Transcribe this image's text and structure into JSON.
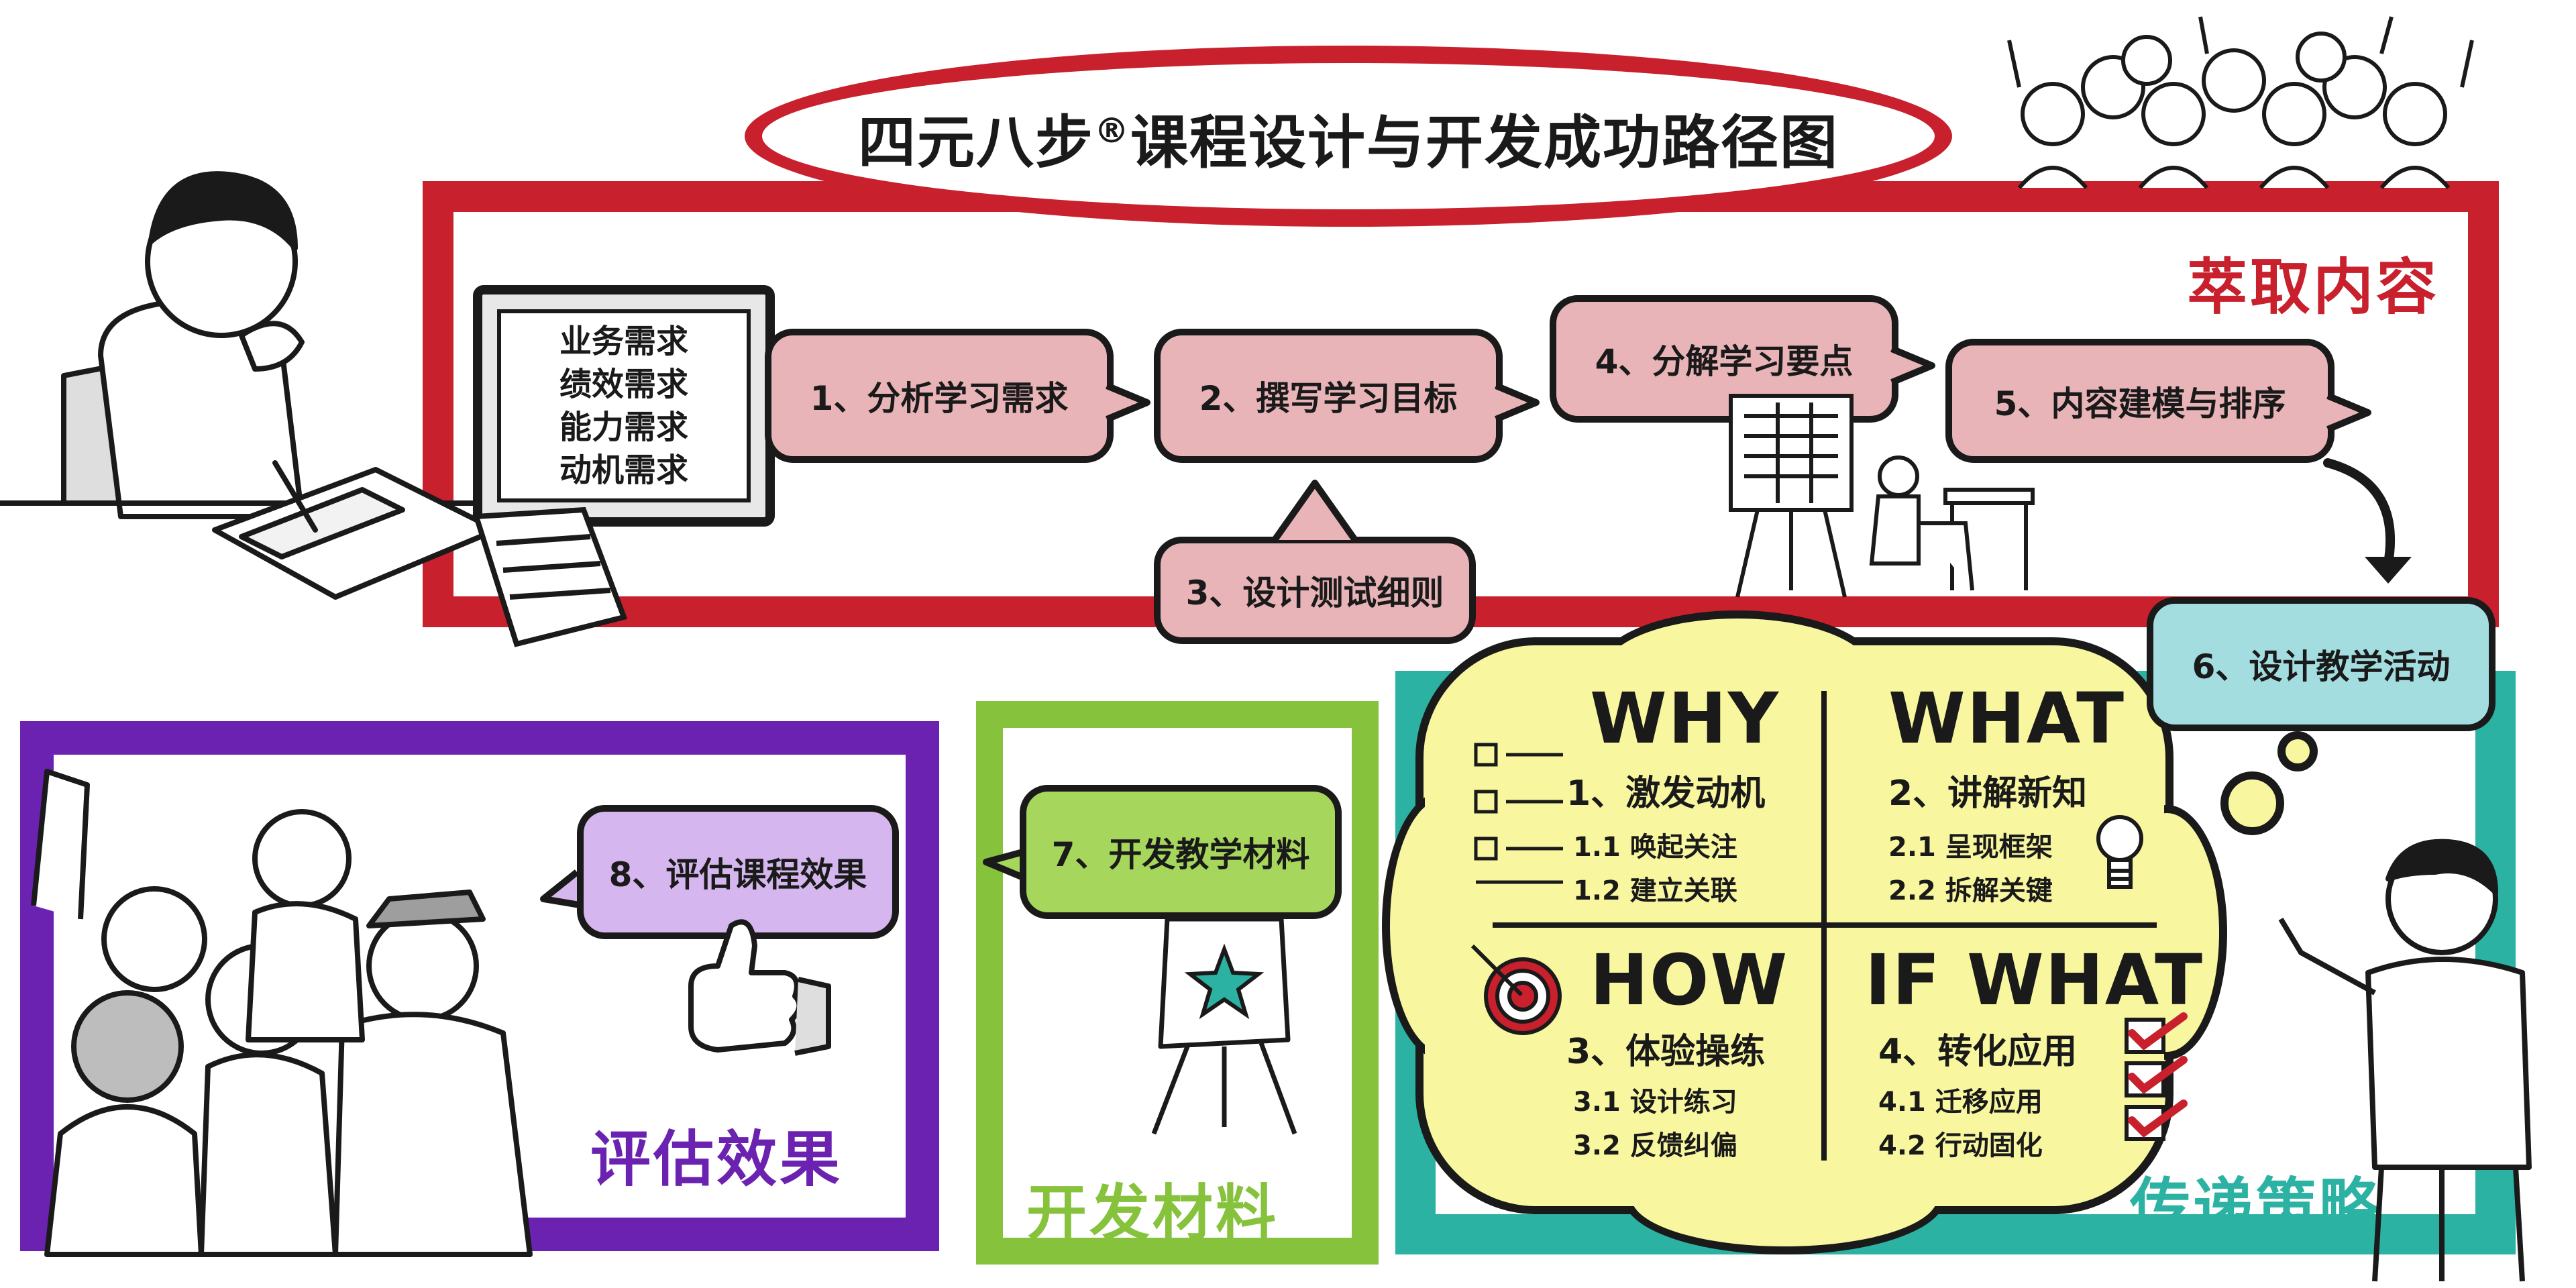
{
  "title": {
    "main": "四元八步",
    "registered": "®",
    "rest": "课程设计与开发成功路径图"
  },
  "sections": {
    "extract": "萃取内容",
    "evaluate": "评估效果",
    "develop": "开发材料",
    "deliver": "传递策略"
  },
  "monitor": {
    "lines": [
      "业务需求",
      "绩效需求",
      "能力需求",
      "动机需求"
    ]
  },
  "steps": [
    "1、分析学习需求",
    "2、撰写学习目标",
    "3、设计测试细则",
    "4、分解学习要点",
    "5、内容建模与排序",
    "6、设计教学活动",
    "7、开发教学材料",
    "8、评估课程效果"
  ],
  "quadrants": {
    "why": {
      "head": "WHY",
      "sub": "1、激发动机",
      "items": [
        "1.1  唤起关注",
        "1.2  建立关联"
      ]
    },
    "what": {
      "head": "WHAT",
      "sub": "2、讲解新知",
      "items": [
        "2.1  呈现框架",
        "2.2  拆解关键"
      ]
    },
    "how": {
      "head": "HOW",
      "sub": "3、体验操练",
      "items": [
        "3.1  设计练习",
        "3.2  反馈纠偏"
      ]
    },
    "ifwhat": {
      "head": "IF WHAT",
      "sub": "4、转化应用",
      "items": [
        "4.1  迁移应用",
        "4.2  行动固化"
      ]
    }
  },
  "colors": {
    "red": "#c8202c",
    "purple": "#6b22b0",
    "green": "#86c23c",
    "teal": "#2bb2a3",
    "pink_bubble": "#e8b4b8",
    "cloud": "#f8f7a0"
  }
}
